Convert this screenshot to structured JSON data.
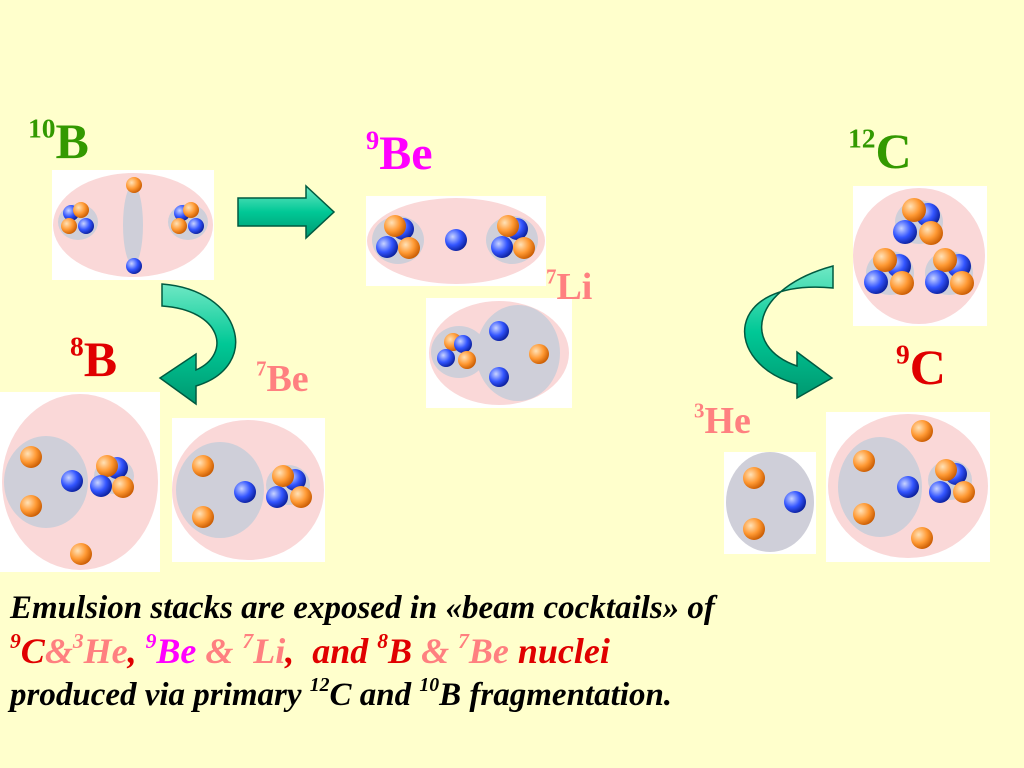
{
  "colors": {
    "background": "#FFFFCC",
    "green_label": "#339900",
    "magenta": "#FF00FF",
    "red": "#E00000",
    "salmon": "#FF8080",
    "arrow_fill": "#00C896",
    "proton": "#FF9933",
    "neutron": "#3355FF"
  },
  "nuclei": {
    "b10": {
      "mass": "10",
      "symbol": "B"
    },
    "be9": {
      "mass": "9",
      "symbol": "Be"
    },
    "li7": {
      "mass": "7",
      "symbol": "Li"
    },
    "c12": {
      "mass": "12",
      "symbol": "C"
    },
    "b8": {
      "mass": "8",
      "symbol": "B"
    },
    "be7": {
      "mass": "7",
      "symbol": "Be"
    },
    "c9": {
      "mass": "9",
      "symbol": "C"
    },
    "he3": {
      "mass": "3",
      "symbol": "He"
    }
  },
  "caption": {
    "line1": "Emulsion stacks are exposed in «beam cocktails» of",
    "l2_c9_mass": "9",
    "l2_c9_sym": "C",
    "l2_amp1": "&",
    "l2_he3_mass": "3",
    "l2_he3_sym": "He",
    "l2_comma1": ",",
    "l2_be9_mass": "9",
    "l2_be9_sym": "Be",
    "l2_amp2": " & ",
    "l2_li7_mass": "7",
    "l2_li7_sym": "Li",
    "l2_comma2": ",",
    "l2_and": "and",
    "l2_b8_mass": "8",
    "l2_b8_sym": "B",
    "l2_amp3": " & ",
    "l2_be7_mass": "7",
    "l2_be7_sym": "Be",
    "l2_nuclei": "nuclei",
    "l3_a": "produced via primary",
    "l3_c12_mass": "12",
    "l3_b": "C and",
    "l3_b10_mass": "10",
    "l3_c": "B fragmentation."
  }
}
